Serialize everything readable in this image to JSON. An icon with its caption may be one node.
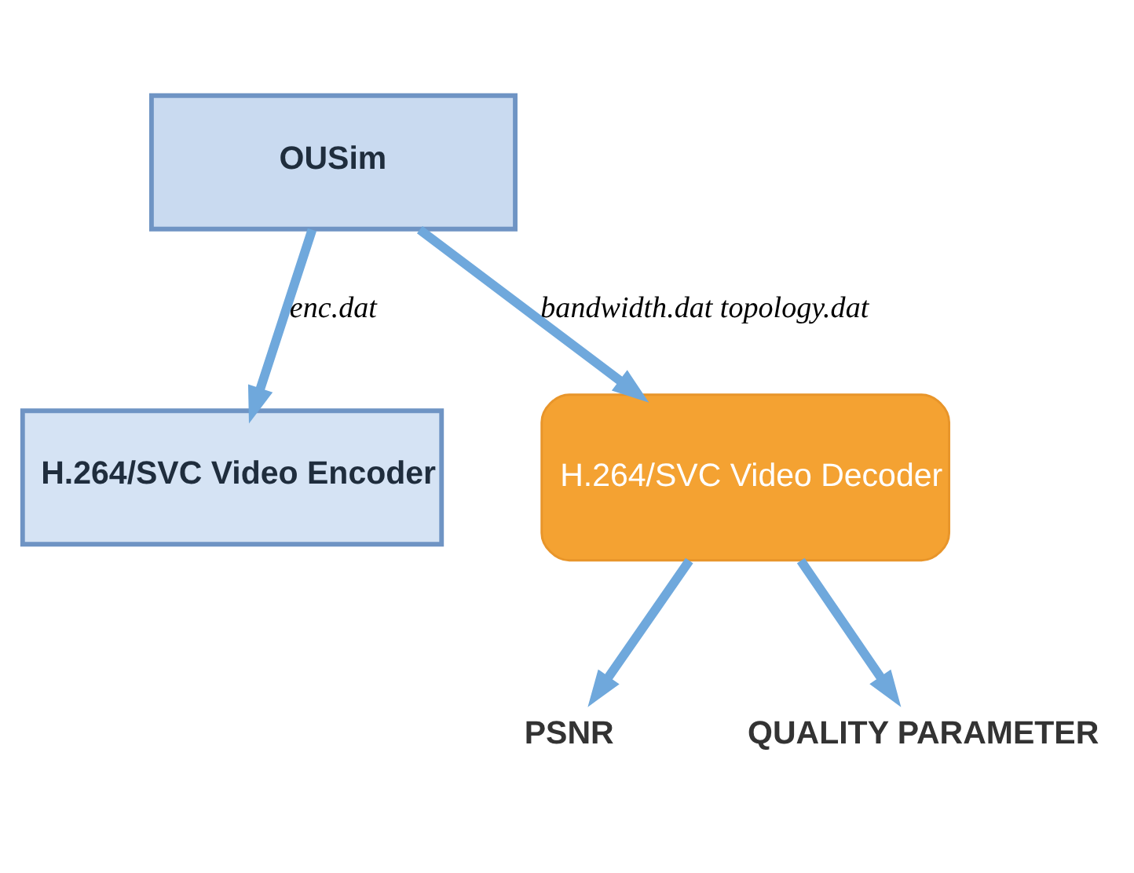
{
  "diagram": {
    "nodes": [
      {
        "text": [
          "OUSim"
        ]
      },
      {
        "text": [
          "H.264/SVC Video Encoder"
        ]
      },
      {
        "text": [
          "H.264/SVC Video Decoder"
        ]
      },
      {
        "text": [
          "PSNR"
        ]
      },
      {
        "text": [
          "QUALITY PARAMETER"
        ]
      }
    ],
    "edges": [
      {
        "from": 0,
        "to": 1,
        "arrow": "to",
        "label": "enc.dat"
      },
      {
        "from": 0,
        "to": 2,
        "arrow": "to",
        "label": "bandwidth.dat topology.dat"
      },
      {
        "from": 2,
        "to": 3,
        "arrow": "to"
      },
      {
        "from": 2,
        "to": 4,
        "arrow": "to"
      }
    ]
  }
}
